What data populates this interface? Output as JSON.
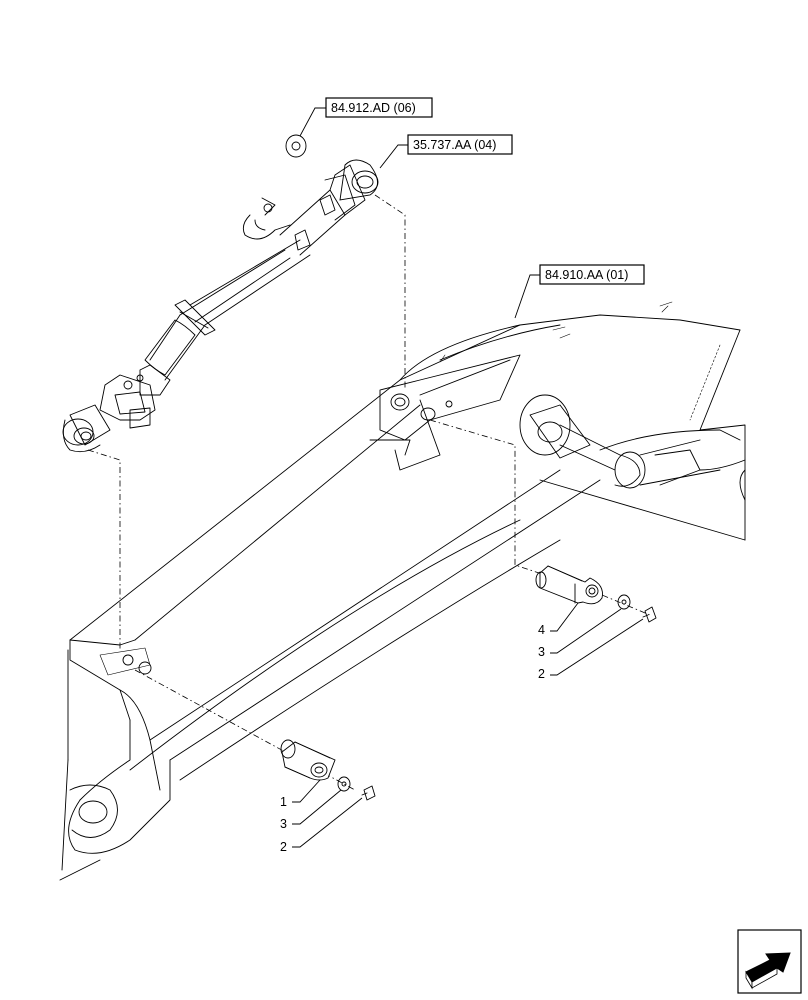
{
  "references": [
    {
      "id": "ref-84912AD",
      "label": "84.912.AD (06)"
    },
    {
      "id": "ref-35737AA",
      "label": "35.737.AA (04)"
    },
    {
      "id": "ref-84910AA",
      "label": "84.910.AA (01)"
    }
  ],
  "callouts": {
    "lower": [
      "1",
      "3",
      "2"
    ],
    "upper": [
      "4",
      "3",
      "2"
    ]
  },
  "icons": {
    "nav": "next-page-arrow-icon"
  }
}
